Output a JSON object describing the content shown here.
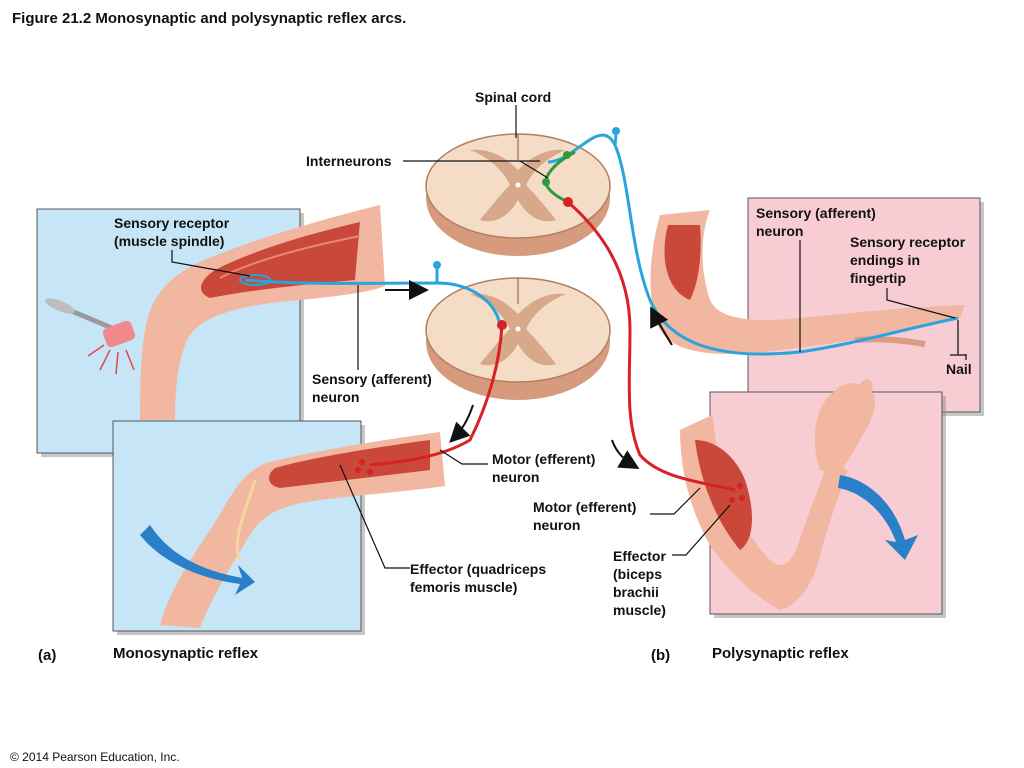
{
  "title": "Figure 21.2  Monosynaptic and polysynaptic reflex arcs.",
  "copyright": "© 2014 Pearson Education, Inc.",
  "labels": {
    "spinal_cord": "Spinal cord",
    "interneurons": "Interneurons",
    "sensory_receptor_a": "Sensory receptor\n(muscle spindle)",
    "sensory_afferent_a": "Sensory (afferent)\nneuron",
    "motor_efferent_a": "Motor (efferent)\nneuron",
    "effector_a": "Effector (quadriceps\nfemoris muscle)",
    "sensory_afferent_b": "Sensory (afferent)\nneuron",
    "sensory_receptor_b": "Sensory receptor\nendings in\nfingertip",
    "nail": "Nail",
    "motor_efferent_b": "Motor (efferent)\nneuron",
    "effector_b": "Effector\n(biceps\nbrachii\nmuscle)"
  },
  "panels": {
    "a_tag": "(a)",
    "a_name": "Monosynaptic reflex",
    "b_tag": "(b)",
    "b_name": "Polysynaptic reflex"
  },
  "colors": {
    "sensory": "#2aa4dc",
    "motor": "#d92026",
    "interneuron": "#2e9a3e",
    "panel_a": "#c6e6f7",
    "panel_b": "#f7cdd3",
    "arrow": "#2a7fc9"
  }
}
